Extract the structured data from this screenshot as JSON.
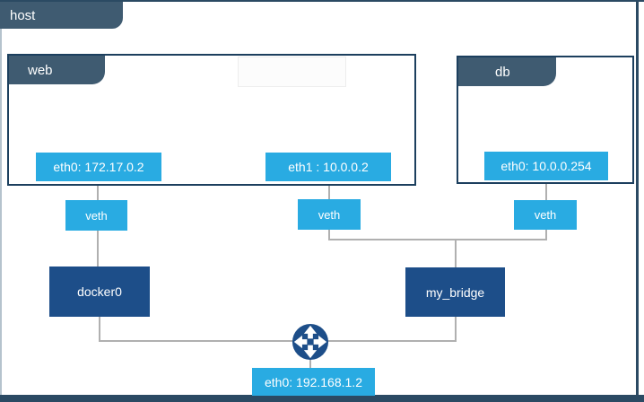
{
  "host": {
    "label": "host",
    "interface": {
      "label": "eth0: 192.168.1.2"
    }
  },
  "containers": [
    {
      "id": "web",
      "label": "web",
      "interfaces": [
        {
          "label": "eth0: 172.17.0.2"
        },
        {
          "label": "eth1 : 10.0.0.2"
        }
      ]
    },
    {
      "id": "db",
      "label": "db",
      "interfaces": [
        {
          "label": "eth0: 10.0.0.254"
        }
      ]
    }
  ],
  "veths": [
    {
      "label": "veth"
    },
    {
      "label": "veth"
    },
    {
      "label": "veth"
    }
  ],
  "bridges": [
    {
      "label": "docker0"
    },
    {
      "label": "my_bridge"
    }
  ],
  "icons": [
    {
      "name": "router-icon",
      "description": "navy circle with four white directional arrows"
    }
  ],
  "edges": [
    {
      "from": "web.eth0",
      "to": "veth-1"
    },
    {
      "from": "veth-1",
      "to": "docker0"
    },
    {
      "from": "web.eth1",
      "to": "veth-2"
    },
    {
      "from": "db.eth0",
      "to": "veth-3"
    },
    {
      "from": "veth-2",
      "to": "my_bridge"
    },
    {
      "from": "veth-3",
      "to": "my_bridge"
    },
    {
      "from": "docker0",
      "to": "router"
    },
    {
      "from": "my_bridge",
      "to": "router"
    },
    {
      "from": "router",
      "to": "host.eth0"
    }
  ],
  "colors": {
    "interface_blue": "#29abe2",
    "bridge_navy": "#1d4e89",
    "tab_slate": "#3f5b71",
    "container_border": "#1c3f5e",
    "host_border": "#2b4a63",
    "connector_gray": "#b0b0b0"
  }
}
